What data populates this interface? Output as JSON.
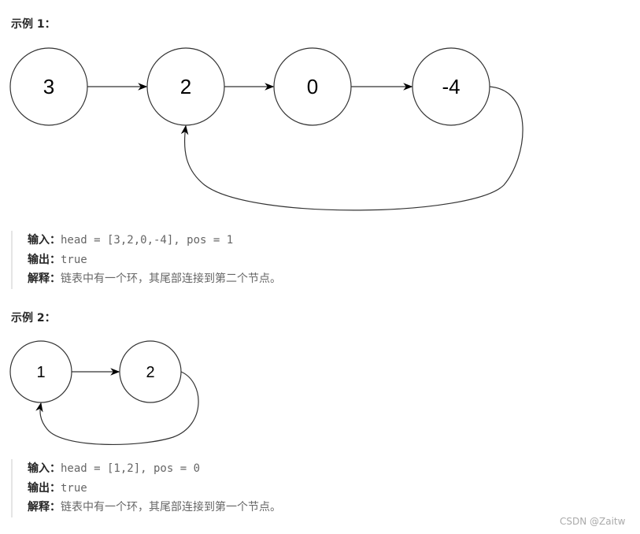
{
  "example1": {
    "title": "示例 1：",
    "nodes": [
      "3",
      "2",
      "0",
      "-4"
    ],
    "input_label": "输入：",
    "input": "head = [3,2,0,-4], pos = 1",
    "output_label": "输出：",
    "output": "true",
    "explain_label": "解释：",
    "explain": "链表中有一个环，其尾部连接到第二个节点。"
  },
  "example2": {
    "title": "示例 2：",
    "nodes": [
      "1",
      "2"
    ],
    "input_label": "输入：",
    "input": "head = [1,2], pos = 0",
    "output_label": "输出：",
    "output": "true",
    "explain_label": "解释：",
    "explain": "链表中有一个环，其尾部连接到第一个节点。"
  },
  "watermark": "CSDN @Zaitw"
}
